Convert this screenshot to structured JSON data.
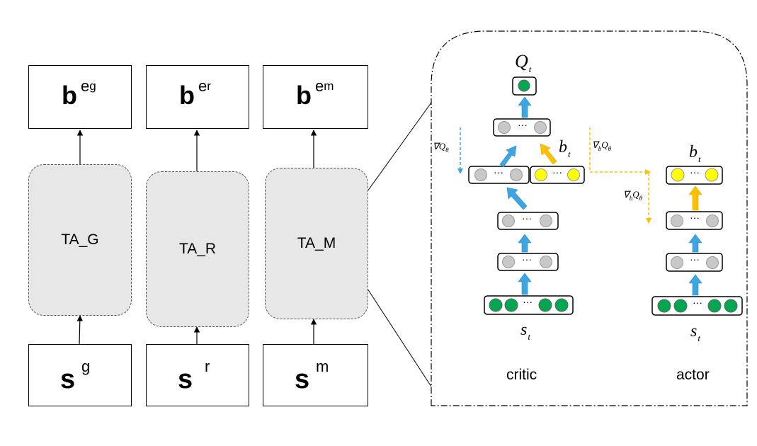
{
  "outputs": [
    {
      "base": "b",
      "sup": "e",
      "sub": "g"
    },
    {
      "base": "b",
      "sup": "e",
      "sub": "r"
    },
    {
      "base": "b",
      "sup": "e",
      "sub": "m"
    }
  ],
  "agents": [
    "TA_G",
    "TA_R",
    "TA_M"
  ],
  "inputs": [
    {
      "base": "s",
      "sup": "g"
    },
    {
      "base": "s",
      "sup": "r"
    },
    {
      "base": "s",
      "sup": "m"
    }
  ],
  "detail": {
    "q_label": {
      "base": "Q",
      "sub": "t"
    },
    "b_label_critic": {
      "base": "b",
      "sub": "t"
    },
    "b_label_actor": {
      "base": "b",
      "sub": "t"
    },
    "s_label_critic": {
      "base": "s",
      "sub": "t"
    },
    "s_label_actor": {
      "base": "s",
      "sub": "t"
    },
    "grad_q": {
      "nabla": "∇",
      "base": "Q",
      "sub": "θ"
    },
    "grad_bq_top": {
      "nabla": "∇",
      "b": "b",
      "base": "Q",
      "sub": "θ"
    },
    "grad_bq_side": {
      "nabla": "∇",
      "b": "b",
      "base": "Q",
      "sub": "θ"
    },
    "ellipsis": "···",
    "critic_label": "critic",
    "actor_label": "actor"
  },
  "colors": {
    "green_node": "#00a650",
    "gray_node": "#c8c8c8",
    "yellow_node": "#ffff00",
    "blue_arrow": "#3da5e0",
    "gold_arrow": "#ffc000",
    "ta_fill": "#e7e7e7"
  }
}
